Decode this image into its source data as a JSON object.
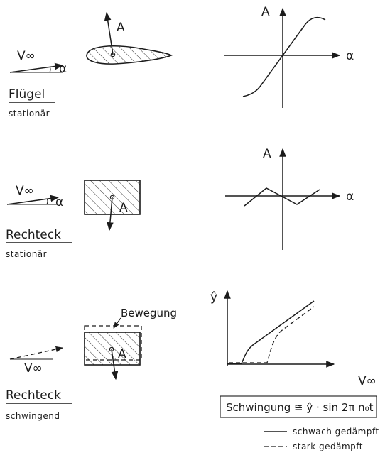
{
  "colors": {
    "ink": "#1b1b1b",
    "paper": "#ffffff"
  },
  "row1": {
    "velocity_label": "V∞",
    "angle_label": "α",
    "force_label": "A",
    "title": "Flügel",
    "subtitle": "stationär",
    "graph": {
      "y_label": "A",
      "x_label": "α"
    }
  },
  "row2": {
    "velocity_label": "V∞",
    "angle_label": "α",
    "force_label": "A",
    "title": "Rechteck",
    "subtitle": "stationär",
    "graph": {
      "y_label": "A",
      "x_label": "α"
    }
  },
  "row3": {
    "velocity_label": "V∞",
    "force_label": "A",
    "motion_label": "Bewegung",
    "title": "Rechteck",
    "subtitle": "schwingend",
    "graph": {
      "y_label": "ŷ",
      "x_label": "V∞"
    },
    "formula": "Schwingung ≅ ŷ · sin 2π n₀t"
  },
  "legend": {
    "solid_label": "schwach gedämpft",
    "dashed_label": "stark gedämpft"
  }
}
